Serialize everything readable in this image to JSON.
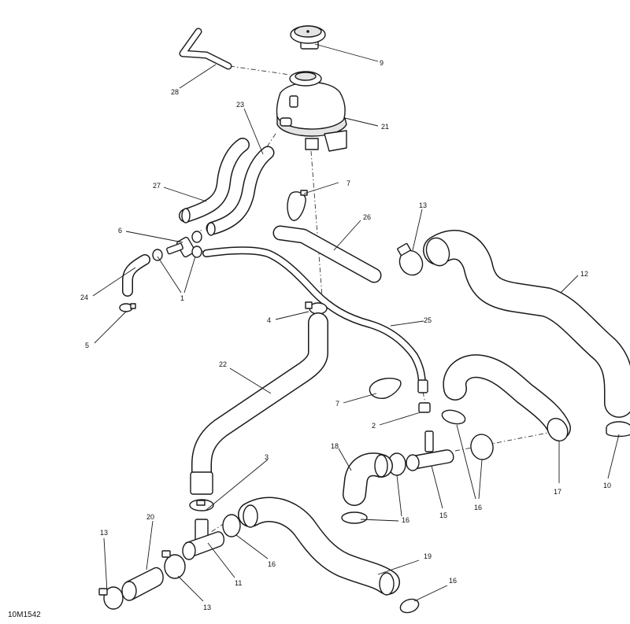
{
  "document_code": "10M1542",
  "callouts": {
    "c1": "1",
    "c2": "2",
    "c3": "3",
    "c4": "4",
    "c5": "5",
    "c6": "6",
    "c7a": "7",
    "c7b": "7",
    "c9": "9",
    "c10": "10",
    "c11": "11",
    "c12": "12",
    "c13a": "13",
    "c13b": "13",
    "c13c": "13",
    "c15": "15",
    "c16a": "16",
    "c16b": "16",
    "c16c": "16",
    "c16d": "16",
    "c17": "17",
    "c18": "18",
    "c19": "19",
    "c20": "20",
    "c21": "21",
    "c22": "22",
    "c23": "23",
    "c24": "24",
    "c25": "25",
    "c26": "26",
    "c27": "27",
    "c28": "28"
  },
  "colors": {
    "line": "#1a1a1a",
    "hose": "#ffffff",
    "shade": "#e4e4e4",
    "background": "#ffffff"
  }
}
